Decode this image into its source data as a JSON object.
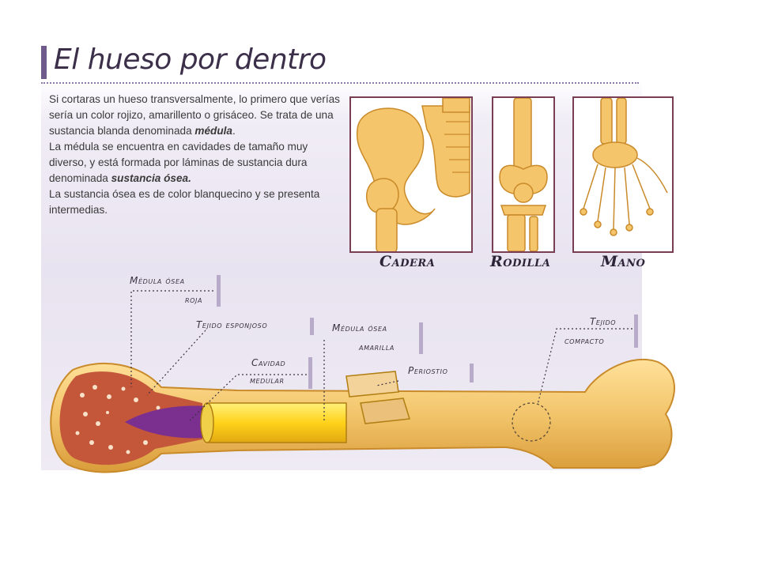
{
  "header": {
    "title": "El hueso por dentro"
  },
  "intro": {
    "segment_1": "Si cortaras un hueso transversalmente, lo primero que verías sería un color rojizo, amarillento o grisáceo. Se trata de una sustancia blanda denominada ",
    "emph_1": "médula",
    "segment_2": ".",
    "segment_3": "La médula se encuentra en cavidades de tamaño muy diverso, y está formada por láminas de sustancia dura denominada ",
    "emph_2": "sustancia ósea.",
    "segment_4": "La sustancia ósea es de color blanquecino y se presenta intermedias."
  },
  "thumbnails": [
    {
      "caption": "Cadera",
      "icon": "hip-joint-icon"
    },
    {
      "caption": "Rodilla",
      "icon": "knee-joint-icon"
    },
    {
      "caption": "Mano",
      "icon": "hand-bones-icon"
    }
  ],
  "labels": {
    "medula_roja": {
      "line1": "Médula ósea",
      "line2": "roja"
    },
    "tejido_esponjoso": "Tejido esponjoso",
    "cavidad_medular": {
      "line1": "Cavidad",
      "line2": "medular"
    },
    "medula_amarilla": {
      "line1": "Médula ósea",
      "line2": "amarilla"
    },
    "periostio": "Periostio",
    "tejido_compacto": {
      "line1": "Tejido",
      "line2": "compacto"
    }
  },
  "colors": {
    "accent": "#6f5a8c",
    "bone": "#f2c46a",
    "bone_shadow": "#d99c3a",
    "marrow_red": "#b8472e",
    "marrow_yellow": "#ffd21a",
    "cavity_purple": "#7b2f8f",
    "frame": "#7a3e54"
  }
}
